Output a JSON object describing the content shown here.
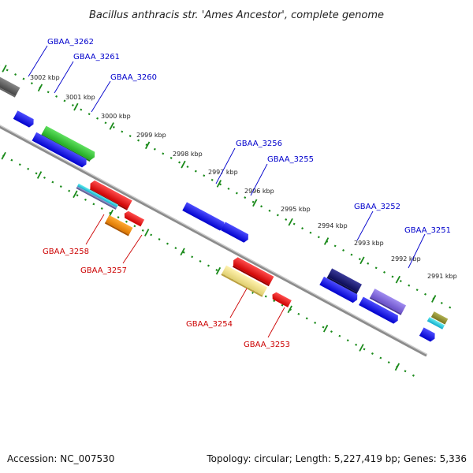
{
  "title": "Bacillus anthracis str. 'Ames Ancestor', complete genome",
  "footer": {
    "accession": "Accession: NC_007530",
    "summary": "Topology: circular; Length: 5,227,419 bp; Genes: 5,336"
  },
  "colors": {
    "backbone": "#8c8c8c",
    "tick": "#1a8a1a",
    "forward_label": "#0000cc",
    "reverse_label": "#cc0000"
  },
  "scale_ticks": [
    "3002 kbp",
    "3001 kbp",
    "3000 kbp",
    "2999 kbp",
    "2998 kbp",
    "2997 kbp",
    "2996 kbp",
    "2995 kbp",
    "2994 kbp",
    "2993 kbp",
    "2992 kbp",
    "2991 kbp"
  ],
  "genes": {
    "forward_labels": [
      "GBAA_3262",
      "GBAA_3261",
      "GBAA_3260",
      "GBAA_3256",
      "GBAA_3255",
      "GBAA_3252",
      "GBAA_3251"
    ],
    "reverse_labels": [
      "GBAA_3258",
      "GBAA_3257",
      "GBAA_3254",
      "GBAA_3253"
    ]
  }
}
